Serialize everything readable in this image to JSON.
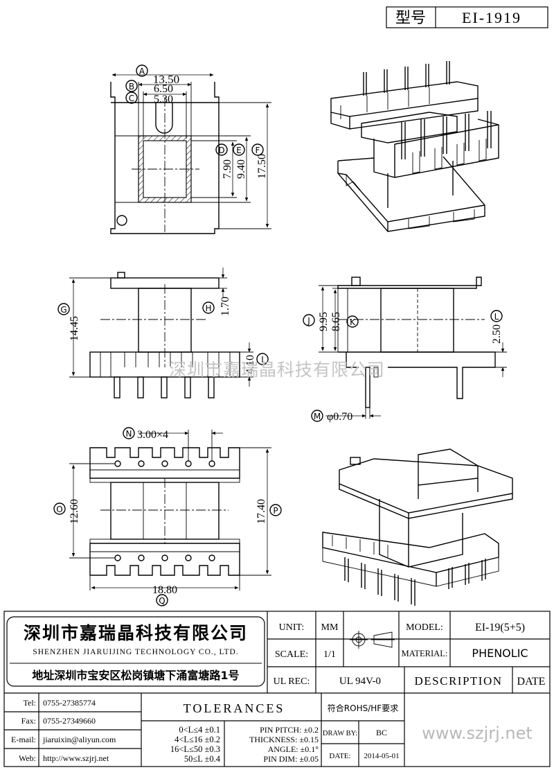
{
  "header": {
    "label": "型号",
    "value": "EI-1919"
  },
  "dims": {
    "A": "13.50",
    "B": "6.50",
    "C": "5.30",
    "D": "7.90",
    "E": "9.40",
    "F": "17.50",
    "G": "14.45",
    "H": "1.70",
    "I": "4.10",
    "J": "9.95",
    "K": "8.65",
    "L": "2.50",
    "M": "φ0.70",
    "N": "3.00×4",
    "O": "12.60",
    "P": "17.40",
    "Q": "18.80"
  },
  "watermark": "深圳市嘉瑞晶科技有限公司",
  "company": {
    "name_cn": "深圳市嘉瑞晶科技有限公司",
    "name_en": "SHENZHEN JIARUIJING TECHNOLOGY CO., LTD.",
    "address": "地址深圳市宝安区松岗镇塘下涌富塘路1号"
  },
  "contacts": [
    {
      "label": "Tel:",
      "value": "0755-27385774"
    },
    {
      "label": "Fax:",
      "value": "0755-27349660"
    },
    {
      "label": "E-mail:",
      "value": "jiaruixin@aliyun.com"
    },
    {
      "label": "Web:",
      "value": "http://www.szjrj.net"
    }
  ],
  "unit": {
    "label": "UNIT:",
    "value": "MM"
  },
  "scale": {
    "label": "SCALE:",
    "value": "1/1"
  },
  "ul": {
    "label": "UL REC:",
    "value": "UL 94V-0"
  },
  "model": {
    "label": "MODEL:",
    "value": "EI-19(5+5)"
  },
  "material": {
    "label": "MATERIAL:",
    "value": "PHENOLIC"
  },
  "description_header": "DESCRIPTION",
  "date_header": "DATE",
  "tolerances": {
    "title": "TOLERANCES",
    "length": [
      "0<L≤4 ±0.1",
      "4<L≤16 ±0.2",
      "16<L≤50 ±0.3",
      "50≤L ±0.4"
    ],
    "other": [
      "PIN PITCH: ±0.2",
      "THICKNESS: ±0.15",
      "ANGLE: ±0.1°",
      "PIN DIM: ±0.05"
    ]
  },
  "compliance": "符合ROHS/HF要求",
  "draw_by": {
    "label": "DRAW BY:",
    "value": "BC"
  },
  "date": {
    "label": "DATE:",
    "value": "2014-05-01"
  },
  "website": "www.szjrj.net"
}
